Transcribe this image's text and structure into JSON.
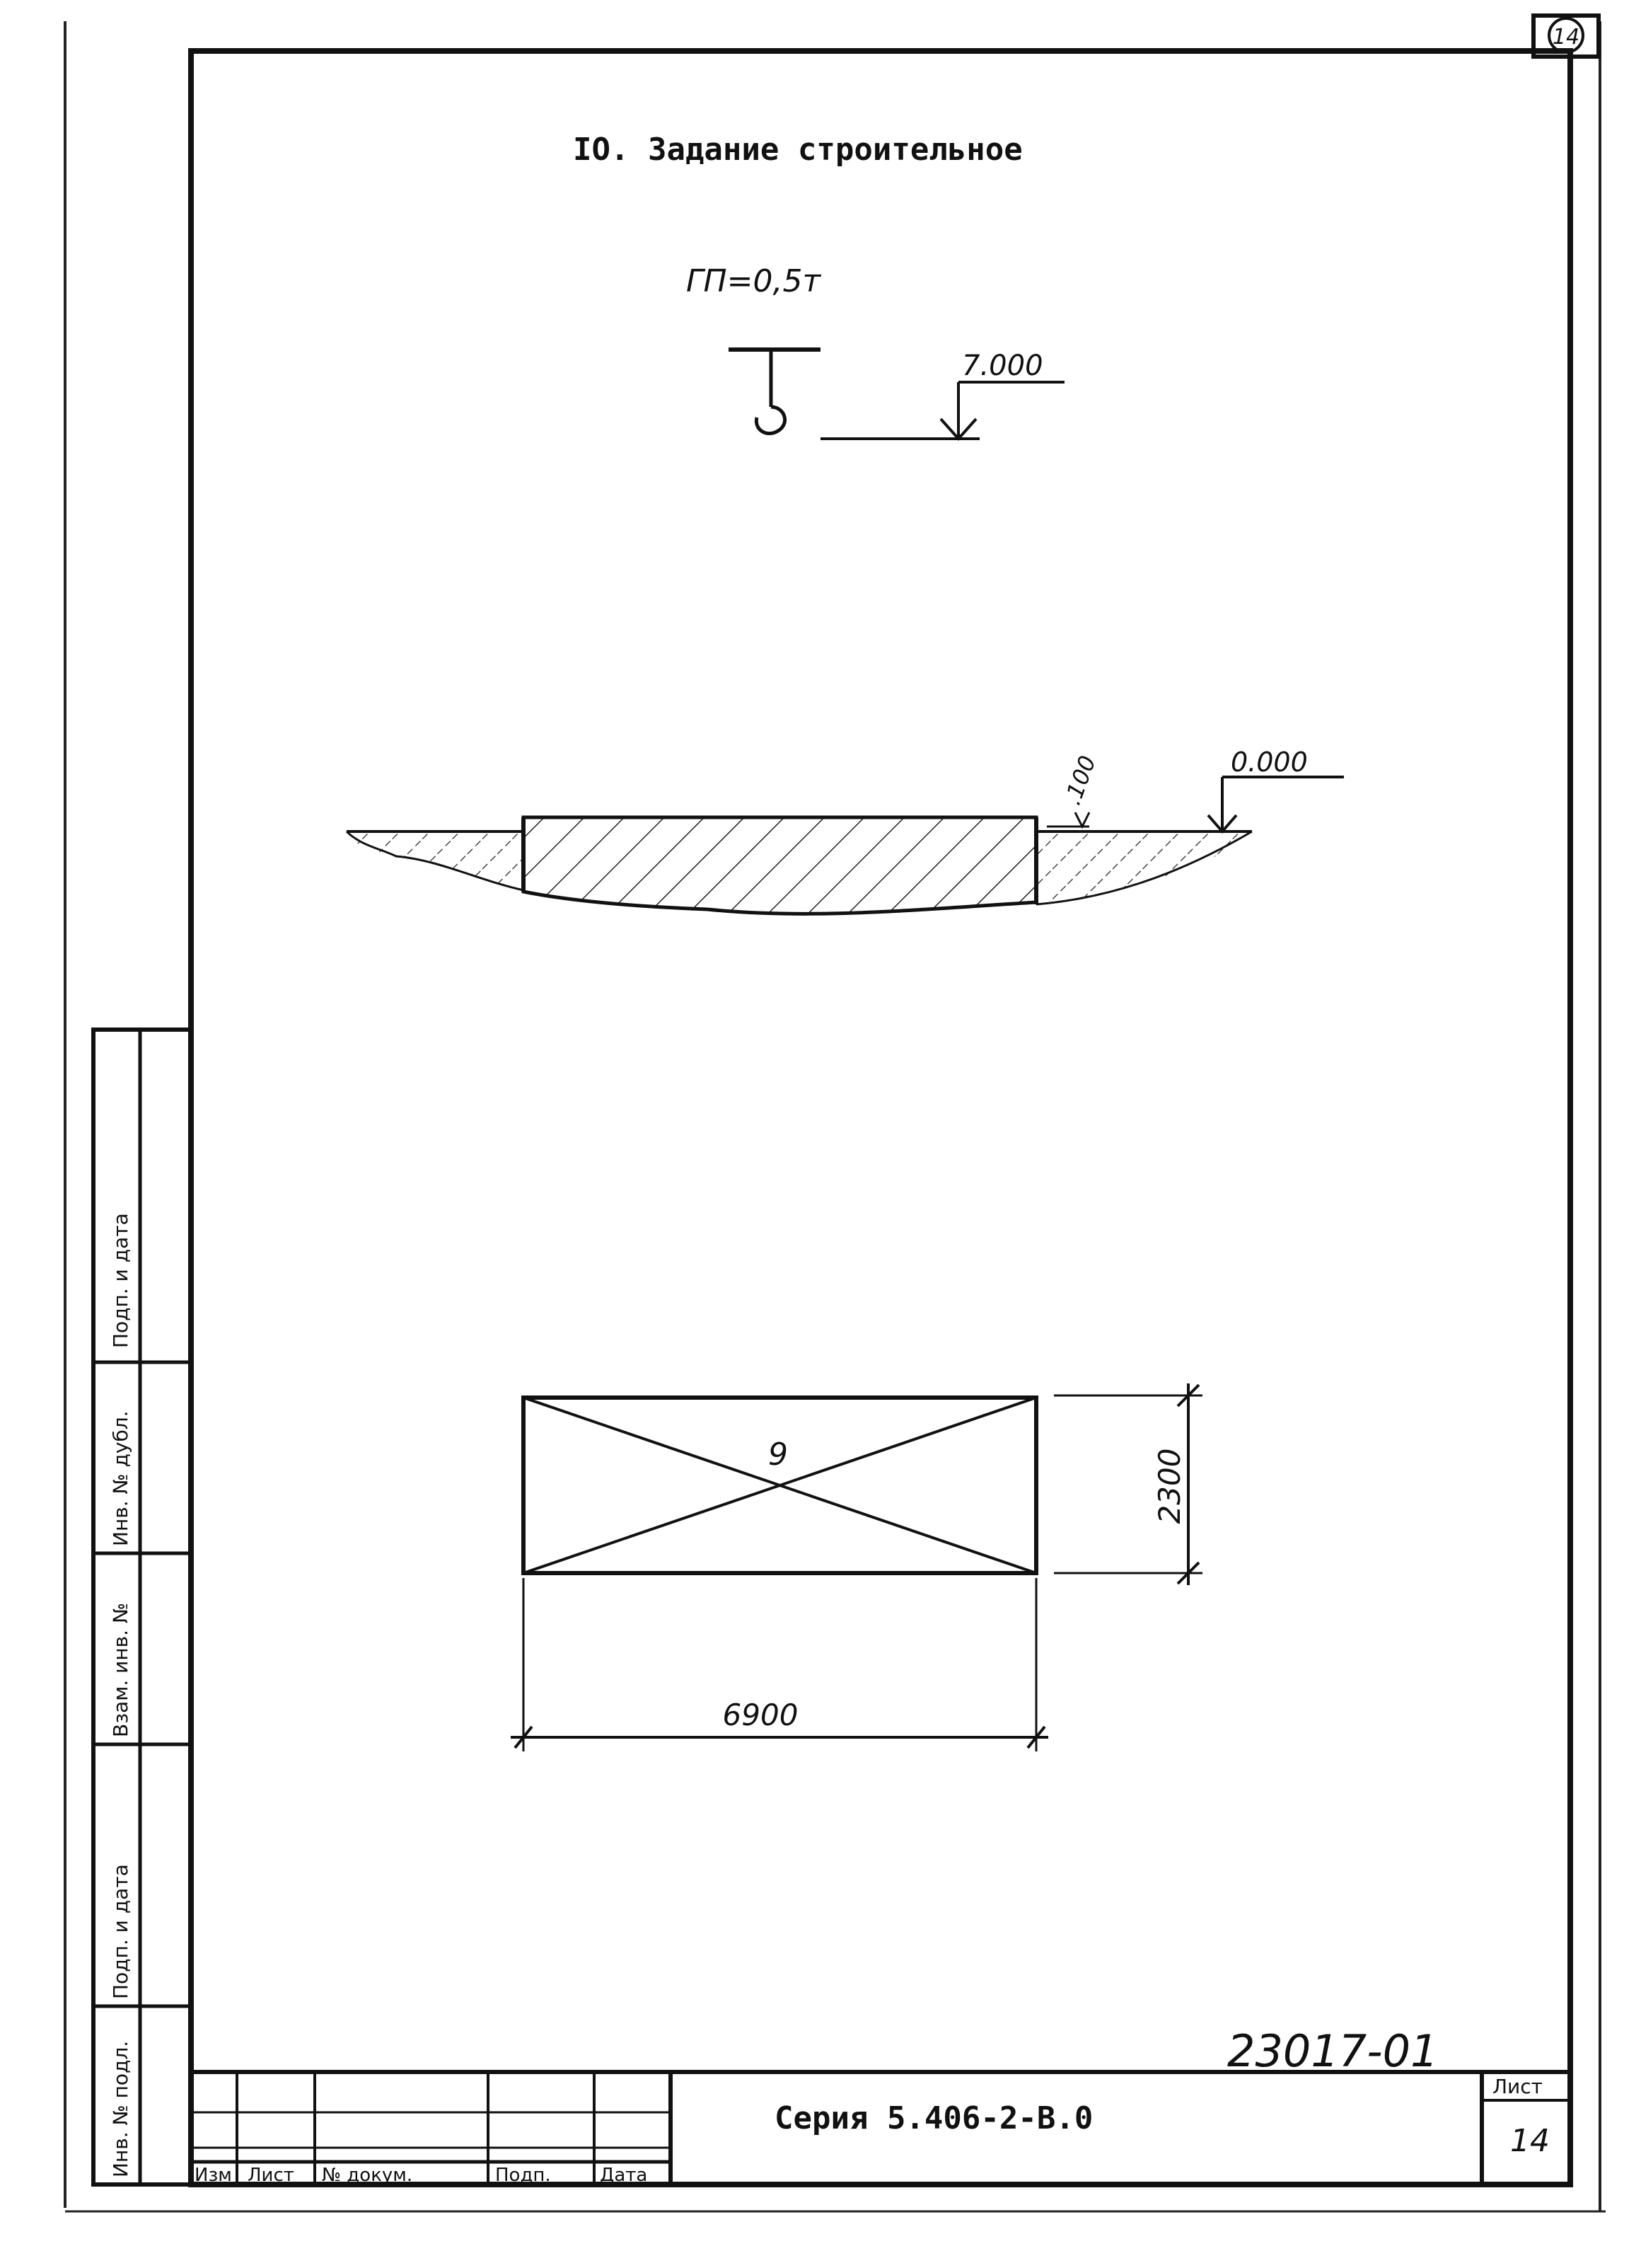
{
  "sheet_mark": "14",
  "title": "IO. Задание строительное",
  "crane": {
    "capacity": "ГП=0,5т",
    "elevation": "7.000"
  },
  "section": {
    "elevation_ground": "0.000",
    "elevation_top": ".100"
  },
  "plan": {
    "mark": "9",
    "width": "6900",
    "depth": "2300"
  },
  "project_number": "23017-01",
  "title_block": {
    "series": "Серия 5.406-2-В.0",
    "sheet_label": "Лист",
    "sheet_number": "14",
    "col_izm": "Изм",
    "col_list": "Лист",
    "col_doc": "№ докум.",
    "col_sign": "Подп.",
    "col_date": "Дата"
  },
  "side_stamp": {
    "podp_data_top": "Подп. и дата",
    "inv_dubl": "Инв. № дубл.",
    "vzam_inv": "Взам. инв. №",
    "podp_data_bottom": "Подп. и дата",
    "inv_podl": "Инв. № подл."
  }
}
